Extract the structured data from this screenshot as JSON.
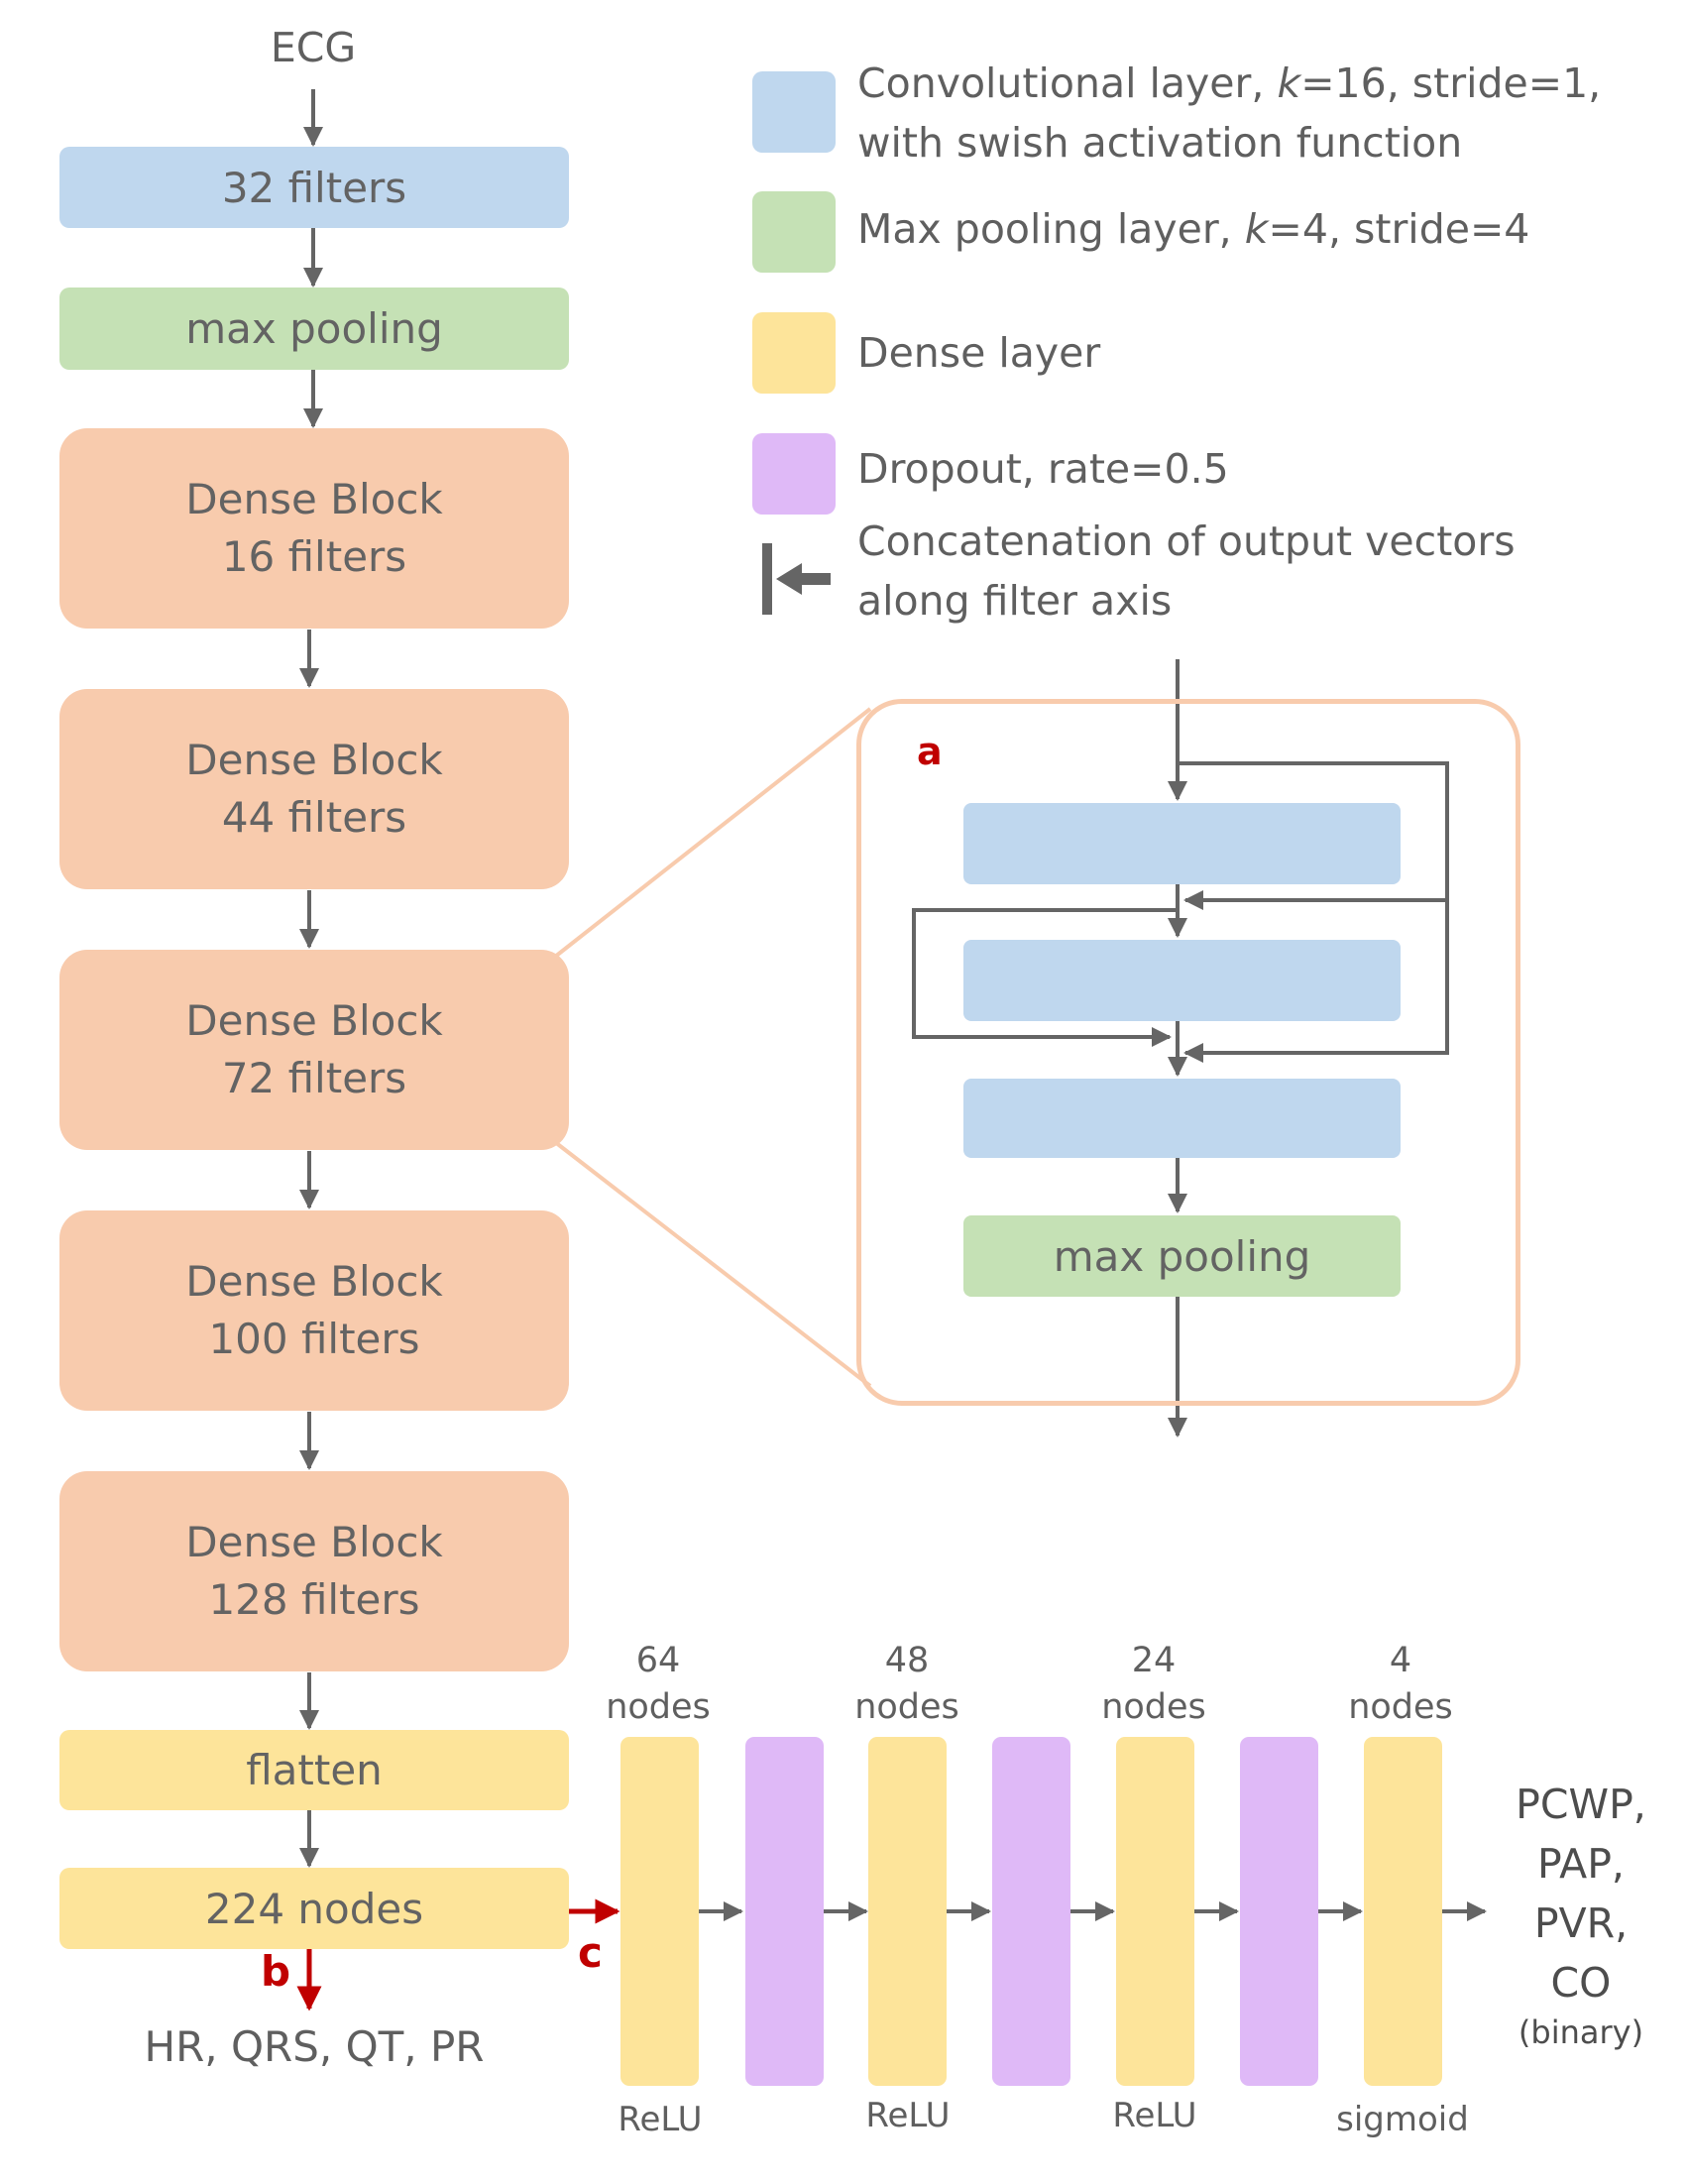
{
  "input_label": "ECG",
  "main_column": {
    "conv1": "32 filters",
    "pool1": "max pooling",
    "dense_blocks": [
      {
        "title": "Dense Block",
        "filters": "16 filters"
      },
      {
        "title": "Dense Block",
        "filters": "44 filters"
      },
      {
        "title": "Dense Block",
        "filters": "72 filters"
      },
      {
        "title": "Dense Block",
        "filters": "100 filters"
      },
      {
        "title": "Dense Block",
        "filters": "128 filters"
      }
    ],
    "flatten": "flatten",
    "dense_out": "224 nodes",
    "outputs_b": "HR, QRS, QT, PR"
  },
  "legend": {
    "conv_line1_pre": "Convolutional layer, ",
    "conv_k": "k",
    "conv_line1_post": "=16, stride=1,",
    "conv_line2": "with swish activation function",
    "pool_pre": "Max pooling layer, ",
    "pool_k": "k",
    "pool_post": "=4, stride=4",
    "dense": "Dense layer",
    "dropout": "Dropout, rate=0.5",
    "concat_line1": "Concatenation of output vectors",
    "concat_line2": "along filter axis"
  },
  "inset": {
    "label": "a",
    "pool": "max pooling"
  },
  "head": {
    "layers": [
      {
        "count": "64",
        "unit": "nodes",
        "activation": "ReLU"
      },
      {
        "count": "48",
        "unit": "nodes",
        "activation": "ReLU"
      },
      {
        "count": "24",
        "unit": "nodes",
        "activation": "ReLU"
      },
      {
        "count": "4",
        "unit": "nodes",
        "activation": "sigmoid"
      }
    ],
    "outputs": [
      "PCWP,",
      "PAP,",
      "PVR,",
      "CO"
    ],
    "outputs_note": "(binary)"
  },
  "branch_labels": {
    "b": "b",
    "c": "c"
  },
  "colors": {
    "conv": "#bfd7ee",
    "pool": "#c5e1b5",
    "dense_block": "#f8cbad",
    "dense": "#fde49a",
    "dropout": "#dfb9f7",
    "arrow": "#656565",
    "highlight": "#c00000"
  }
}
